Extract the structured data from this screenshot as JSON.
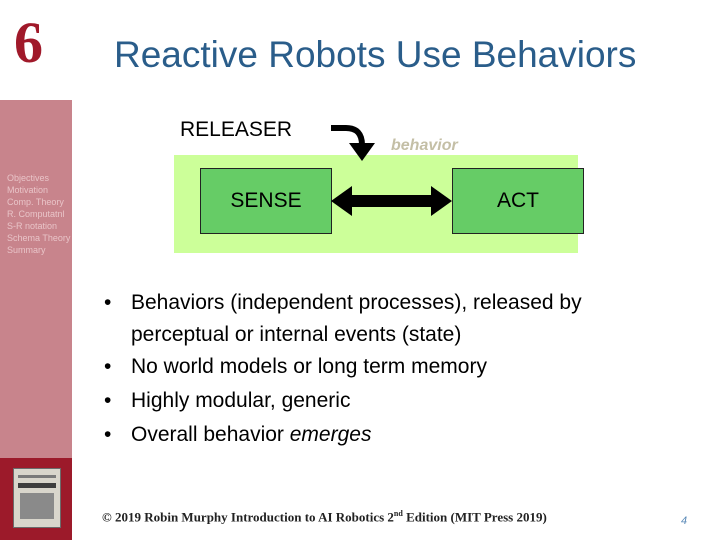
{
  "chapter_number": "6",
  "title": "Reactive Robots Use Behaviors",
  "sidebar": {
    "items": [
      {
        "label": "Objectives"
      },
      {
        "label": "Motivation"
      },
      {
        "label": "Comp. Theory"
      },
      {
        "label": "R. Computatnl"
      },
      {
        "label": "S-R notation"
      },
      {
        "label": "Schema Theory"
      },
      {
        "label": "Summary"
      }
    ]
  },
  "diagram": {
    "releaser": "RELEASER",
    "behavior": "behavior",
    "sense": "SENSE",
    "act": "ACT"
  },
  "bullets": [
    {
      "line1": "Behaviors (independent processes), released by",
      "line2": "perceptual or internal events (state)"
    },
    {
      "text": "No world models or long term memory"
    },
    {
      "text": "Highly modular, generic"
    },
    {
      "prefix": "Overall behavior ",
      "emph": "emerges"
    }
  ],
  "footer": {
    "prefix": "© 2019 Robin Murphy Introduction to AI Robotics 2",
    "sup": "nd",
    "suffix": " Edition (MIT Press 2019)"
  },
  "page_number": "4",
  "colors": {
    "title_blue": "#2a5d8a",
    "chapter_red": "#a0192a",
    "sidebar_pink": "#c8848c",
    "green_panel": "#ccff99",
    "box_green": "#66cc66"
  }
}
